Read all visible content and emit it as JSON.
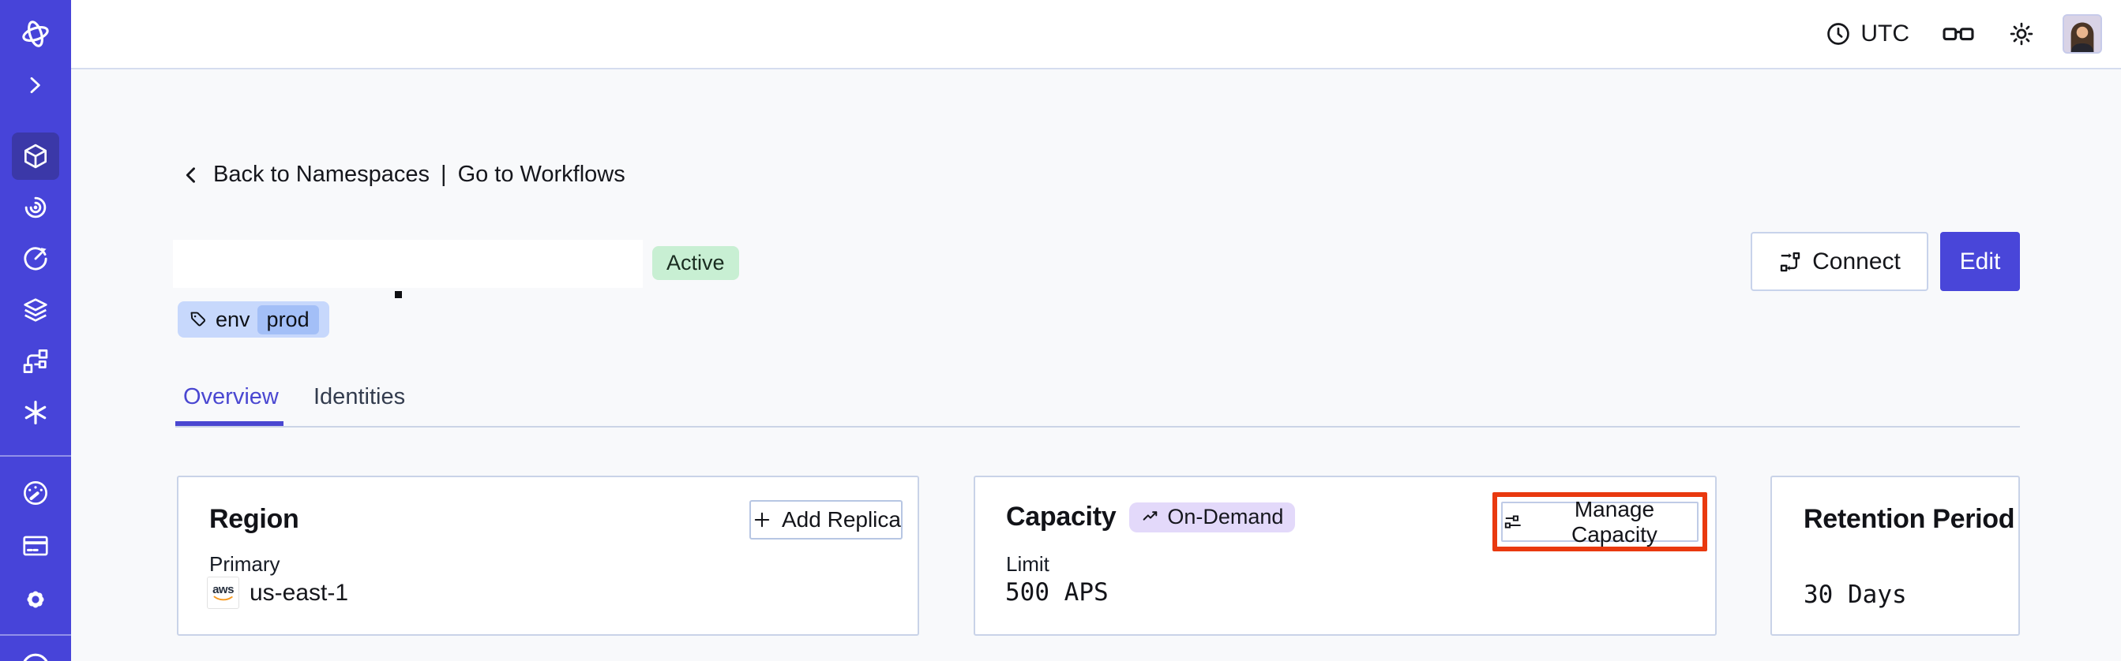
{
  "topbar": {
    "timezone": "UTC"
  },
  "breadcrumb": {
    "back_label": "Back to Namespaces",
    "separator": "|",
    "workflows_label": "Go to Workflows"
  },
  "namespace": {
    "status_badge": "Active",
    "tag": {
      "key": "env",
      "value": "prod"
    }
  },
  "header_actions": {
    "connect_label": "Connect",
    "edit_label": "Edit"
  },
  "tabs": {
    "overview": "Overview",
    "identities": "Identities"
  },
  "cards": {
    "region": {
      "title": "Region",
      "add_replica_label": "Add Replica",
      "field_label": "Primary",
      "provider": "aws",
      "value": "us-east-1"
    },
    "capacity": {
      "title": "Capacity",
      "badge": "On-Demand",
      "manage_label": "Manage Capacity",
      "field_label": "Limit",
      "value": "500 APS"
    },
    "retention": {
      "title": "Retention Period",
      "value": "30 Days"
    }
  },
  "sidebar_icons": [
    "temporal-logo",
    "expand",
    "namespaces",
    "workflows",
    "schedules",
    "deployments",
    "batch-operations",
    "nexus",
    "usage",
    "billing",
    "settings"
  ],
  "colors": {
    "sidebar": "#4744D9",
    "sidebar_active_bg": "#3B38A8",
    "accent": "#4946D9",
    "active_badge_bg": "#C8EFD3",
    "tag_bg": "#C7D8FC",
    "tag_chip_bg": "#A3BFF7",
    "ondemand_badge_bg": "#E3D9FA",
    "highlight_box": "#E9390F",
    "page_bg": "#F8F9FB"
  }
}
